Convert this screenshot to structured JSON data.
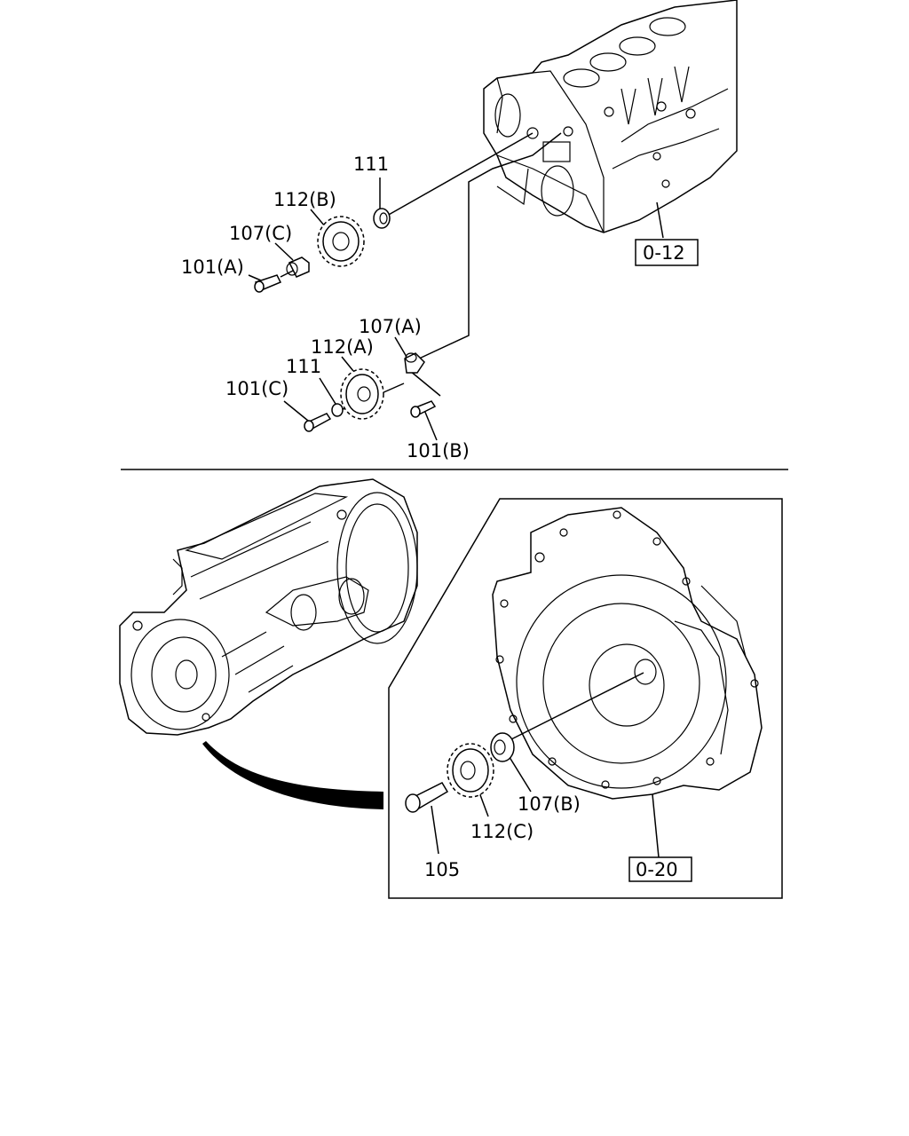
{
  "upper_labels": {
    "l111_top": "111",
    "l112B": "112(B)",
    "l107C": "107(C)",
    "l101A": "101(A)",
    "l107A": "107(A)",
    "l112A": "112(A)",
    "l111_mid": "111",
    "l101C": "101(C)",
    "l101B": "101(B)"
  },
  "upper_ref": "0-12",
  "lower_labels": {
    "l107B": "107(B)",
    "l112C": "112(C)",
    "l105": "105"
  },
  "lower_ref": "0-20"
}
